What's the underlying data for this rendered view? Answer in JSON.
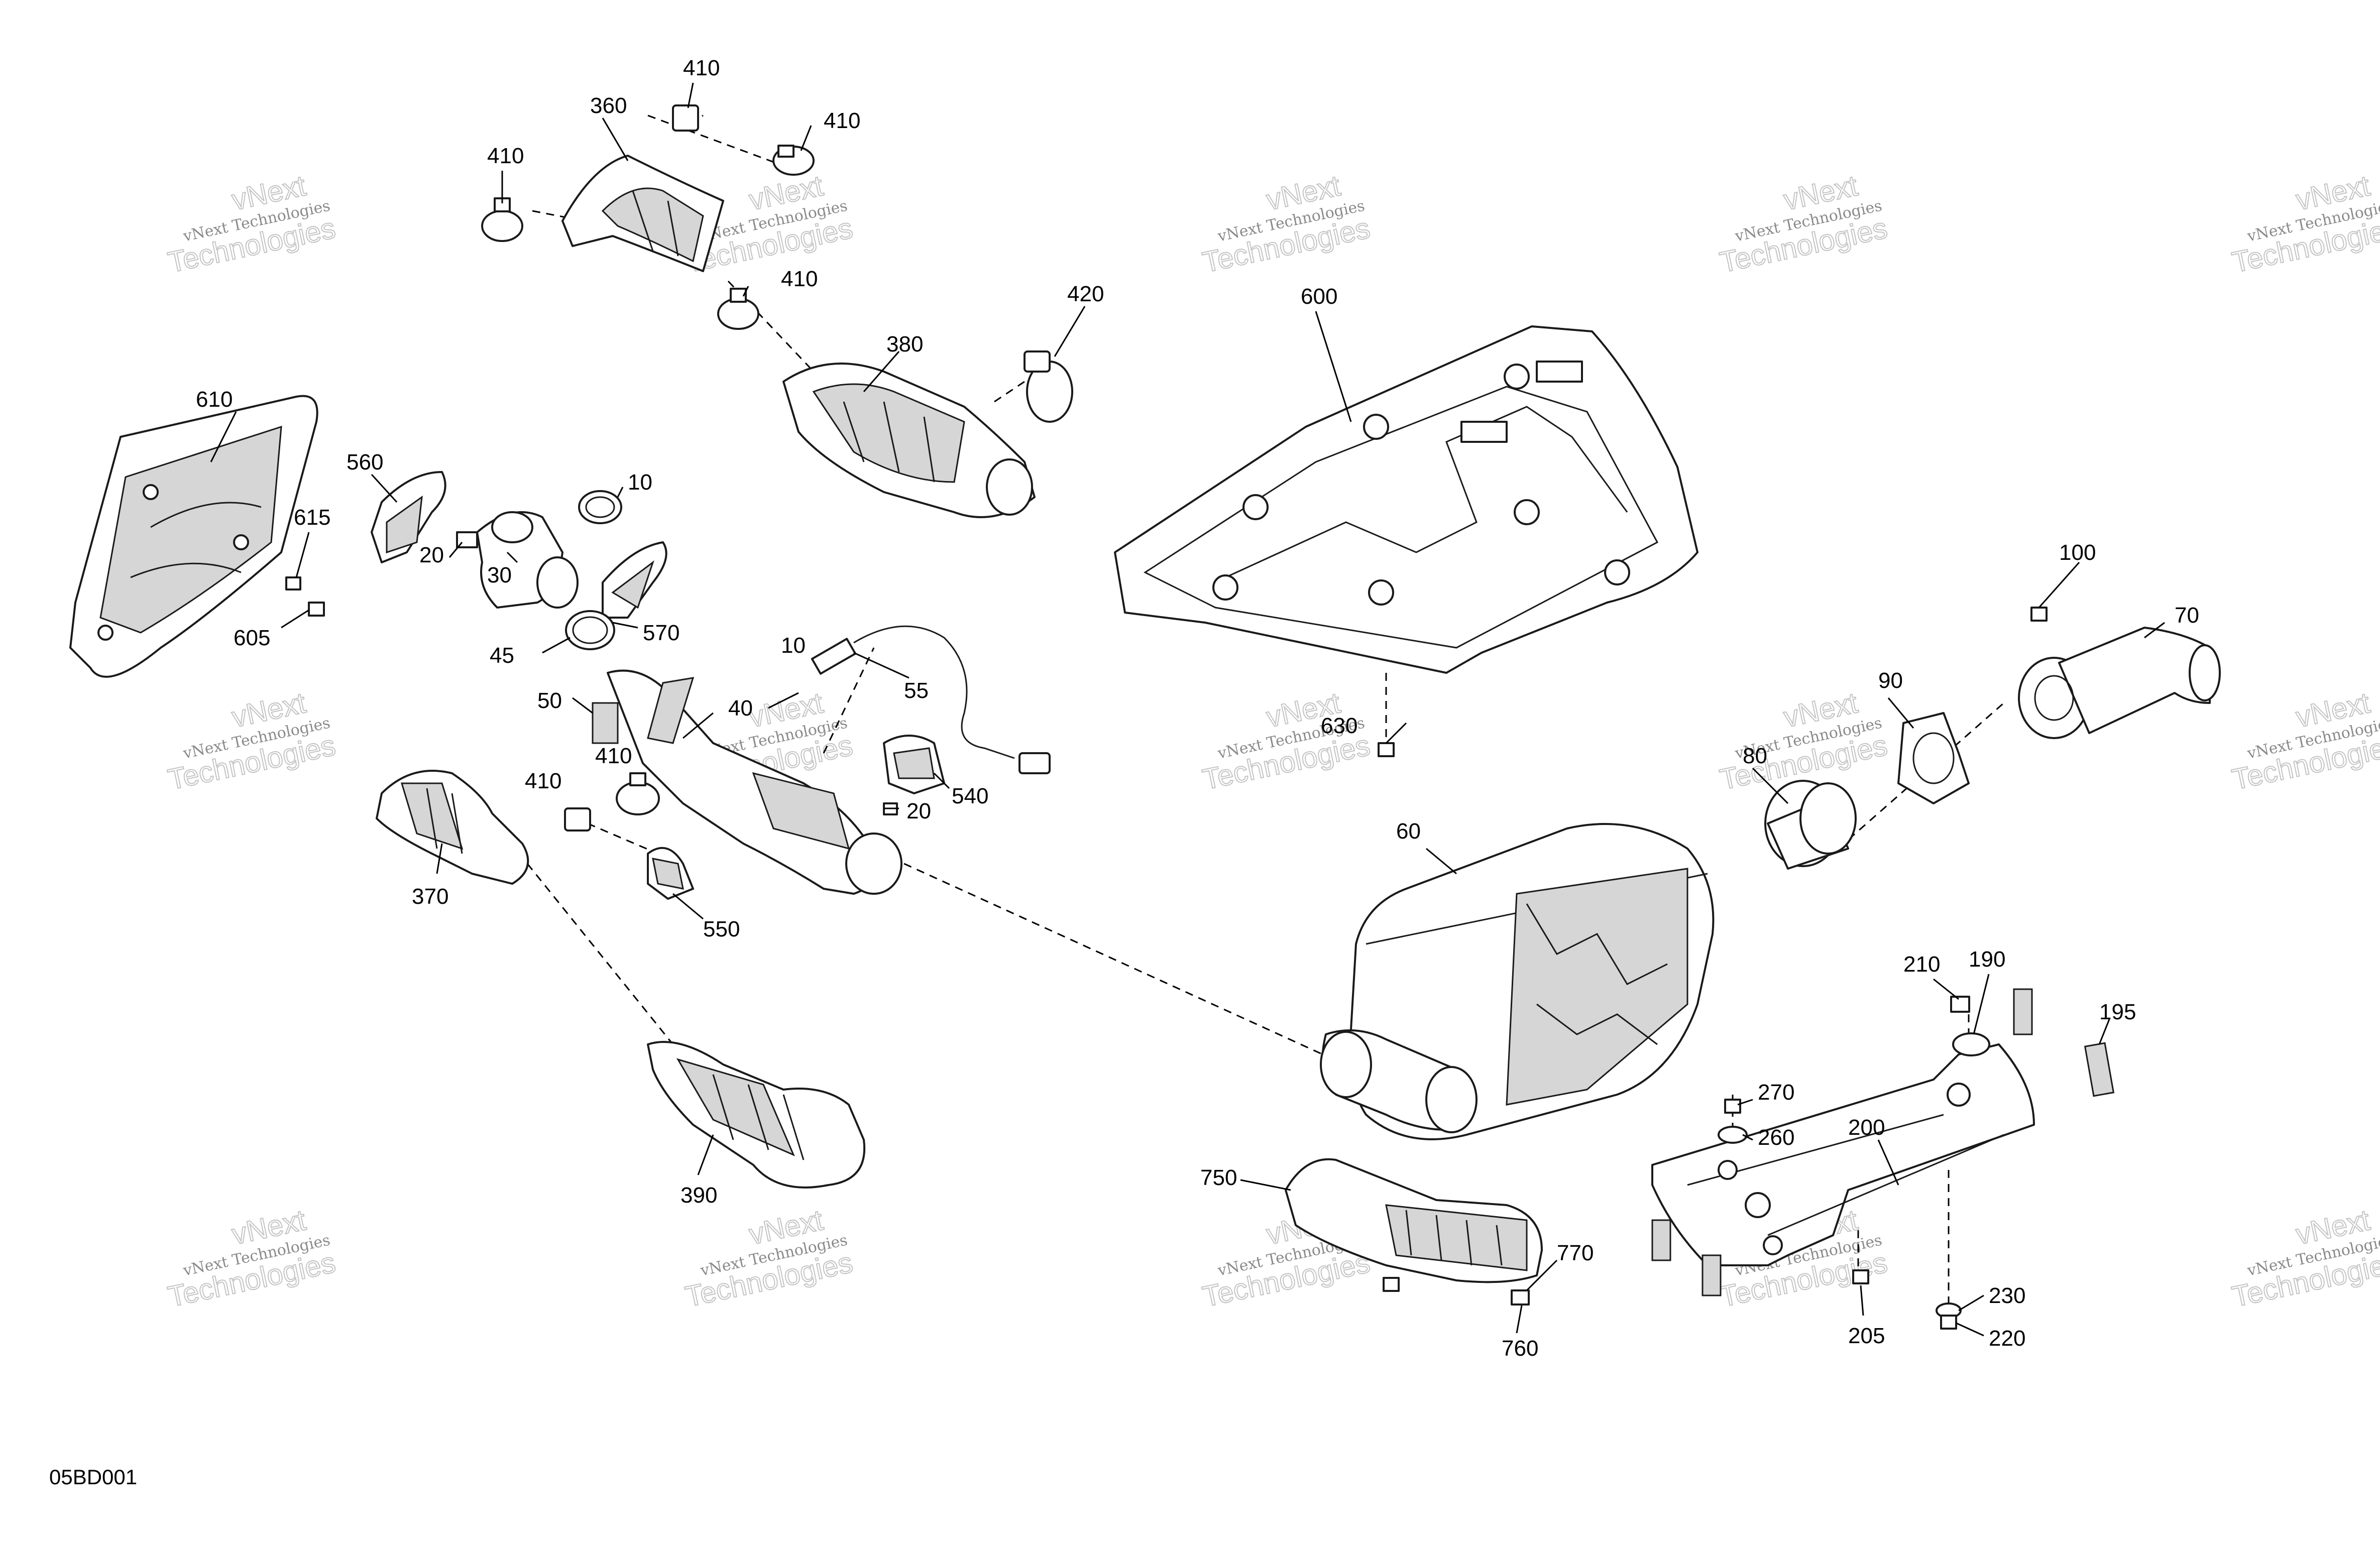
{
  "drawing_code": "05BD001",
  "watermark": {
    "line1": "vNext Technologies",
    "line2": "vNext",
    "line3": "Technologies"
  },
  "callouts": [
    {
      "id": "c-410-a",
      "text": "410"
    },
    {
      "id": "c-360",
      "text": "360"
    },
    {
      "id": "c-410-b",
      "text": "410"
    },
    {
      "id": "c-410-c",
      "text": "410"
    },
    {
      "id": "c-410-d",
      "text": "410"
    },
    {
      "id": "c-420",
      "text": "420"
    },
    {
      "id": "c-380",
      "text": "380"
    },
    {
      "id": "c-600",
      "text": "600"
    },
    {
      "id": "c-610",
      "text": "610"
    },
    {
      "id": "c-560",
      "text": "560"
    },
    {
      "id": "c-10-a",
      "text": "10"
    },
    {
      "id": "c-615",
      "text": "615"
    },
    {
      "id": "c-20-a",
      "text": "20"
    },
    {
      "id": "c-30",
      "text": "30"
    },
    {
      "id": "c-605",
      "text": "605"
    },
    {
      "id": "c-570",
      "text": "570"
    },
    {
      "id": "c-45",
      "text": "45"
    },
    {
      "id": "c-10-b",
      "text": "10"
    },
    {
      "id": "c-55",
      "text": "55"
    },
    {
      "id": "c-50",
      "text": "50"
    },
    {
      "id": "c-40",
      "text": "40"
    },
    {
      "id": "c-410-e",
      "text": "410"
    },
    {
      "id": "c-540",
      "text": "540"
    },
    {
      "id": "c-410-f",
      "text": "410"
    },
    {
      "id": "c-20-b",
      "text": "20"
    },
    {
      "id": "c-370",
      "text": "370"
    },
    {
      "id": "c-550",
      "text": "550"
    },
    {
      "id": "c-390",
      "text": "390"
    },
    {
      "id": "c-630",
      "text": "630"
    },
    {
      "id": "c-100",
      "text": "100"
    },
    {
      "id": "c-70",
      "text": "70"
    },
    {
      "id": "c-90",
      "text": "90"
    },
    {
      "id": "c-80",
      "text": "80"
    },
    {
      "id": "c-60",
      "text": "60"
    },
    {
      "id": "c-210",
      "text": "210"
    },
    {
      "id": "c-190",
      "text": "190"
    },
    {
      "id": "c-195",
      "text": "195"
    },
    {
      "id": "c-270",
      "text": "270"
    },
    {
      "id": "c-260",
      "text": "260"
    },
    {
      "id": "c-200",
      "text": "200"
    },
    {
      "id": "c-750",
      "text": "750"
    },
    {
      "id": "c-770",
      "text": "770"
    },
    {
      "id": "c-230",
      "text": "230"
    },
    {
      "id": "c-760",
      "text": "760"
    },
    {
      "id": "c-205",
      "text": "205"
    },
    {
      "id": "c-220",
      "text": "220"
    }
  ]
}
